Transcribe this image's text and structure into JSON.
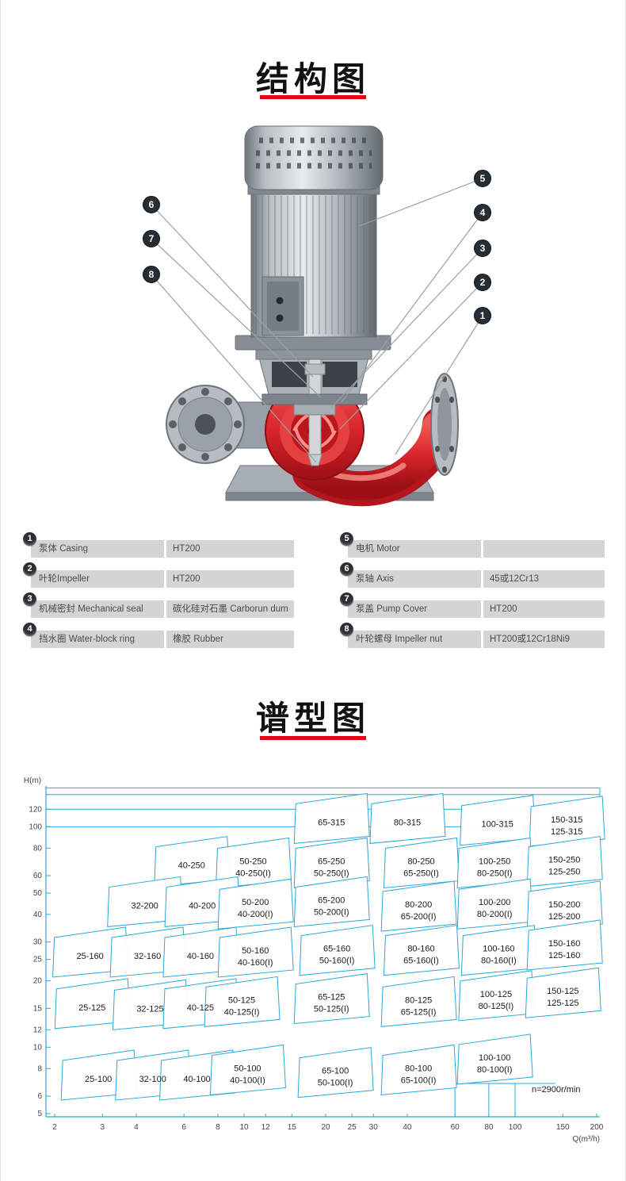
{
  "accent_color": "#e60012",
  "structure": {
    "title": "结构图",
    "callouts": [
      "1",
      "2",
      "3",
      "4",
      "5",
      "6",
      "7",
      "8"
    ],
    "parts_left": [
      {
        "num": "1",
        "name": "泵体 Casing",
        "material": "HT200"
      },
      {
        "num": "2",
        "name": "叶轮Impeller",
        "material": "HT200"
      },
      {
        "num": "3",
        "name": "机械密封 Mechanical seal",
        "material": "碳化硅对石墨 Carborun dum"
      },
      {
        "num": "4",
        "name": "挡水圈 Water-block ring",
        "material": "橡胶 Rubber"
      }
    ],
    "parts_right": [
      {
        "num": "5",
        "name": "电机 Motor",
        "material": ""
      },
      {
        "num": "6",
        "name": "泵轴 Axis",
        "material": "45或12Cr13"
      },
      {
        "num": "7",
        "name": "泵盖 Pump Cover",
        "material": "HT200"
      },
      {
        "num": "8",
        "name": "叶轮螺母 Impeller nut",
        "material": "HT200或12Cr18Ni9"
      }
    ]
  },
  "chart": {
    "title": "谱型图"
  },
  "chart_data": {
    "type": "area",
    "title": "谱型图",
    "xlabel": "Q(m³/h)",
    "ylabel": "H(m)",
    "x_scale": "log",
    "y_scale": "log",
    "xlim": [
      2,
      200
    ],
    "ylim": [
      5,
      150
    ],
    "x_ticks": [
      2,
      3,
      4,
      6,
      8,
      10,
      12,
      15,
      20,
      25,
      30,
      40,
      60,
      80,
      100,
      150,
      200
    ],
    "y_ticks": [
      120,
      100,
      80,
      60,
      50,
      40,
      30,
      25,
      20,
      15,
      12,
      10,
      8,
      6,
      5
    ],
    "gridlines_h": [
      150,
      140,
      120,
      100
    ],
    "note": "n=2900r/min",
    "line_color": "#2ba7d9",
    "regions": [
      {
        "labels": [
          "65-315"
        ],
        "q": 21,
        "h": 105
      },
      {
        "labels": [
          "80-315"
        ],
        "q": 40,
        "h": 105
      },
      {
        "labels": [
          "100-315"
        ],
        "q": 86,
        "h": 103
      },
      {
        "labels": [
          "150-315",
          "125-315"
        ],
        "q": 155,
        "h": 102
      },
      {
        "labels": [
          "40-250"
        ],
        "q": 6.4,
        "h": 67
      },
      {
        "labels": [
          "50-250",
          "40-250(I)"
        ],
        "q": 10.8,
        "h": 66
      },
      {
        "labels": [
          "65-250",
          "50-250(I)"
        ],
        "q": 21,
        "h": 66
      },
      {
        "labels": [
          "80-250",
          "65-250(I)"
        ],
        "q": 45,
        "h": 66
      },
      {
        "labels": [
          "100-250",
          "80-250(I)"
        ],
        "q": 84,
        "h": 66
      },
      {
        "labels": [
          "150-250",
          "125-250"
        ],
        "q": 152,
        "h": 67
      },
      {
        "labels": [
          "32-200"
        ],
        "q": 4.3,
        "h": 44
      },
      {
        "labels": [
          "40-200"
        ],
        "q": 7,
        "h": 44
      },
      {
        "labels": [
          "50-200",
          "40-200(I)"
        ],
        "q": 11,
        "h": 43
      },
      {
        "labels": [
          "65-200",
          "50-200(I)"
        ],
        "q": 21,
        "h": 44
      },
      {
        "labels": [
          "80-200",
          "65-200(I)"
        ],
        "q": 44,
        "h": 42
      },
      {
        "labels": [
          "100-200",
          "80-200(I)"
        ],
        "q": 84,
        "h": 43
      },
      {
        "labels": [
          "150-200",
          "125-200"
        ],
        "q": 152,
        "h": 42
      },
      {
        "labels": [
          "25-160"
        ],
        "q": 2.7,
        "h": 26
      },
      {
        "labels": [
          "32-160"
        ],
        "q": 4.4,
        "h": 26
      },
      {
        "labels": [
          "40-160"
        ],
        "q": 6.9,
        "h": 26
      },
      {
        "labels": [
          "50-160",
          "40-160(I)"
        ],
        "q": 11,
        "h": 26
      },
      {
        "labels": [
          "65-160",
          "50-160(I)"
        ],
        "q": 22,
        "h": 26.5
      },
      {
        "labels": [
          "80-160",
          "65-160(I)"
        ],
        "q": 45,
        "h": 26.5
      },
      {
        "labels": [
          "100-160",
          "80-160(I)"
        ],
        "q": 87,
        "h": 26.5
      },
      {
        "labels": [
          "150-160",
          "125-160"
        ],
        "q": 152,
        "h": 28
      },
      {
        "labels": [
          "25-125"
        ],
        "q": 2.75,
        "h": 15.2
      },
      {
        "labels": [
          "32-125"
        ],
        "q": 4.5,
        "h": 15
      },
      {
        "labels": [
          "40-125"
        ],
        "q": 6.9,
        "h": 15.2
      },
      {
        "labels": [
          "50-125",
          "40-125(I)"
        ],
        "q": 9.8,
        "h": 15.5
      },
      {
        "labels": [
          "65-125",
          "50-125(I)"
        ],
        "q": 21,
        "h": 16
      },
      {
        "labels": [
          "80-125",
          "65-125(I)"
        ],
        "q": 44,
        "h": 15.5
      },
      {
        "labels": [
          "100-125",
          "80-125(I)"
        ],
        "q": 85,
        "h": 16.5
      },
      {
        "labels": [
          "150-125",
          "125-125"
        ],
        "q": 150,
        "h": 17
      },
      {
        "labels": [
          "25-100"
        ],
        "q": 2.9,
        "h": 7.2
      },
      {
        "labels": [
          "32-100"
        ],
        "q": 4.6,
        "h": 7.2
      },
      {
        "labels": [
          "40-100"
        ],
        "q": 6.7,
        "h": 7.2
      },
      {
        "labels": [
          "50-100",
          "40-100(I)"
        ],
        "q": 10.3,
        "h": 7.6
      },
      {
        "labels": [
          "65-100",
          "50-100(I)"
        ],
        "q": 21.7,
        "h": 7.4
      },
      {
        "labels": [
          "80-100",
          "65-100(I)"
        ],
        "q": 44,
        "h": 7.6
      },
      {
        "labels": [
          "100-100",
          "80-100(I)"
        ],
        "q": 84,
        "h": 8.5
      }
    ]
  }
}
